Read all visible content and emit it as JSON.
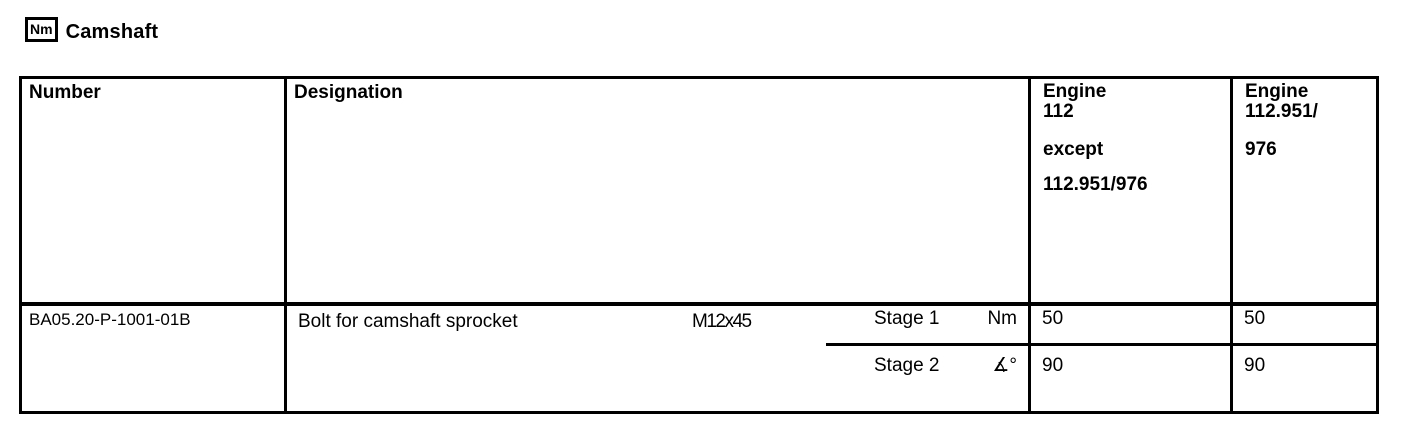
{
  "page": {
    "title_icon": "Nm",
    "title": "Camshaft"
  },
  "table": {
    "headers": {
      "number": "Number",
      "designation": "Designation",
      "engine1": {
        "line1": "Engine",
        "line2": "112",
        "line3": "except",
        "line4": "112.951/976"
      },
      "engine2": {
        "line1": "Engine",
        "line2": "112.951/",
        "line3": "976"
      }
    },
    "rows": [
      {
        "number": "BA05.20-P-1001-01B",
        "designation": "Bolt for camshaft sprocket",
        "size": "M12x45",
        "stages": [
          {
            "label": "Stage 1",
            "unit": "Nm",
            "engine1": "50",
            "engine2": "50"
          },
          {
            "label": "Stage 2",
            "unit": "∡°",
            "engine1": "90",
            "engine2": "90"
          }
        ]
      }
    ]
  }
}
